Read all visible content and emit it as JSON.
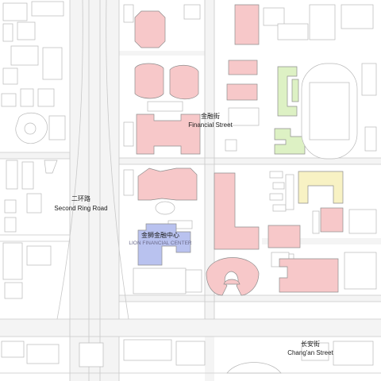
{
  "colors": {
    "commercial": "#f7c8c9",
    "highlight": "#b9c2ef",
    "green": "#ddf1c4",
    "yellow": "#f8f2c4",
    "outline": "#b9b9b9"
  },
  "labels": {
    "financial_street": {
      "zh": "金融街",
      "en": "Financial Street"
    },
    "second_ring_road": {
      "zh": "二环路",
      "en": "Second Ring Road"
    },
    "lion_center": {
      "zh": "金狮金融中心",
      "en": "LION FINANCIAL CENTER"
    },
    "changan_street": {
      "zh": "长安街",
      "en": "Chang'an Street"
    }
  }
}
